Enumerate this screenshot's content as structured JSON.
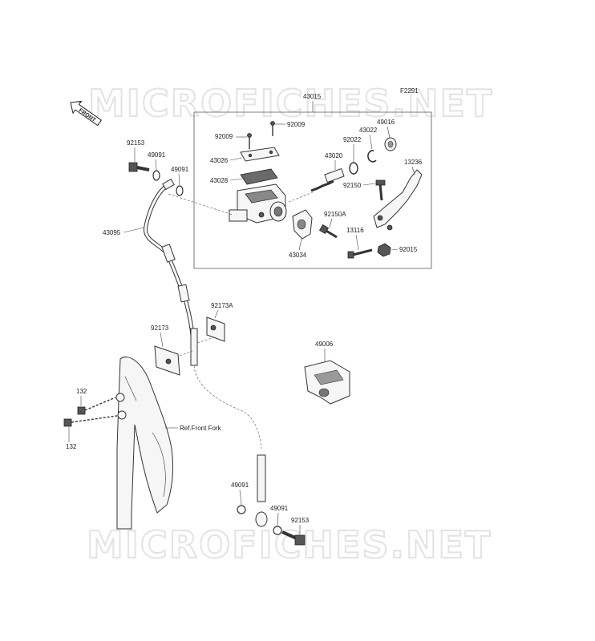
{
  "watermark": {
    "text": "MICROFICHES.NET"
  },
  "figure_code": "F2291",
  "front_badge": "FRONT",
  "reference_note": "Ref.Front Fork",
  "parts": {
    "assembly": "43015",
    "screw_a": "92009",
    "screw_b": "92009",
    "cap": "43026",
    "diaphragm": "43028",
    "piston_kit": "43020",
    "washer_ring": "92022",
    "circlip": "43022",
    "boot": "49016",
    "lever": "13236",
    "pin": "92150",
    "bolt_92150a": "92150A",
    "bolt_13116": "13116",
    "nut": "92015",
    "clamp": "43034",
    "hose": "43095",
    "bolt_top": "92153",
    "bolt_bottom": "92153",
    "gasket_top_a": "49091",
    "gasket_top_b": "49091",
    "gasket_bottom_a": "49091",
    "gasket_bottom_b": "49091",
    "guide": "92173",
    "guide_a": "92173A",
    "screw_132_a": "132",
    "screw_132_b": "132",
    "guard": "49006"
  }
}
